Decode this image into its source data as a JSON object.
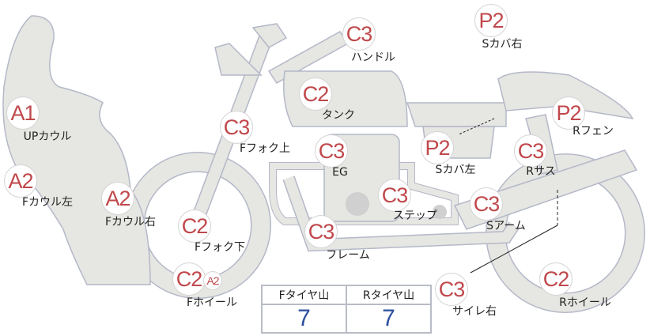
{
  "colors": {
    "part_fill": "#e6e6e2",
    "part_stroke": "#b4b8c8",
    "grade_text": "#c0484c",
    "value_text": "#2d4f9c"
  },
  "parts": [
    {
      "grade": "A1",
      "label": "UPカウル"
    },
    {
      "grade": "A2",
      "label": "Fカウル左"
    },
    {
      "grade": "A2",
      "label": "Fカウル右"
    },
    {
      "grade": "C2",
      "label": "Fフォク下"
    },
    {
      "grade": "C2",
      "grade2": "A2",
      "label": "Fホイール"
    },
    {
      "grade": "C3",
      "label": "Fフォク上"
    },
    {
      "grade": "C2",
      "label": "タンク"
    },
    {
      "grade": "C3",
      "label": "EG"
    },
    {
      "grade": "C3",
      "label": "ハンドル"
    },
    {
      "grade": "C3",
      "label": "ステップ"
    },
    {
      "grade": "C3",
      "label": "フレーム"
    },
    {
      "grade": "P2",
      "label": "Sカバ右"
    },
    {
      "grade": "P2",
      "label": "Sカバ左"
    },
    {
      "grade": "P2",
      "label": "Rフェン"
    },
    {
      "grade": "C3",
      "label": "Rサス"
    },
    {
      "grade": "C3",
      "label": "Sアーム"
    },
    {
      "grade": "C3",
      "label": "サイレ右"
    },
    {
      "grade": "C2",
      "label": "Rホイール"
    }
  ],
  "tire_table": {
    "headers": [
      "Fタイヤ山",
      "Rタイヤ山"
    ],
    "values": [
      "7",
      "7"
    ]
  }
}
